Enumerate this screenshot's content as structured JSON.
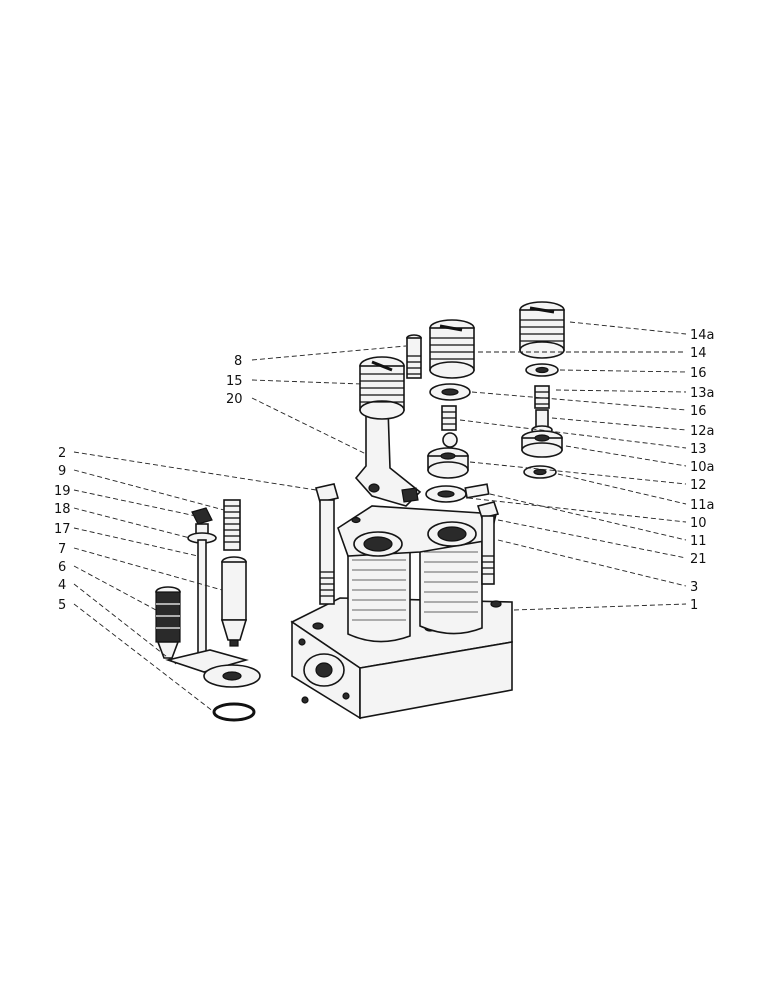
{
  "callouts": [
    {
      "id": "c1",
      "label": "1"
    },
    {
      "id": "c2",
      "label": "2"
    },
    {
      "id": "c3",
      "label": "3"
    },
    {
      "id": "c4",
      "label": "4"
    },
    {
      "id": "c5",
      "label": "5"
    },
    {
      "id": "c6",
      "label": "6"
    },
    {
      "id": "c7",
      "label": "7"
    },
    {
      "id": "c8",
      "label": "8"
    },
    {
      "id": "c9",
      "label": "9"
    },
    {
      "id": "c10",
      "label": "10"
    },
    {
      "id": "c10a",
      "label": "10a"
    },
    {
      "id": "c11",
      "label": "11"
    },
    {
      "id": "c11a",
      "label": "11a"
    },
    {
      "id": "c12",
      "label": "12"
    },
    {
      "id": "c12a",
      "label": "12a"
    },
    {
      "id": "c13",
      "label": "13"
    },
    {
      "id": "c13a",
      "label": "13a"
    },
    {
      "id": "c14",
      "label": "14"
    },
    {
      "id": "c14a",
      "label": "14a"
    },
    {
      "id": "c15",
      "label": "15"
    },
    {
      "id": "c16a",
      "label": "16"
    },
    {
      "id": "c16b",
      "label": "16"
    },
    {
      "id": "c17",
      "label": "17"
    },
    {
      "id": "c18",
      "label": "18"
    },
    {
      "id": "c19",
      "label": "19"
    },
    {
      "id": "c20",
      "label": "20"
    },
    {
      "id": "c21",
      "label": "21"
    }
  ]
}
